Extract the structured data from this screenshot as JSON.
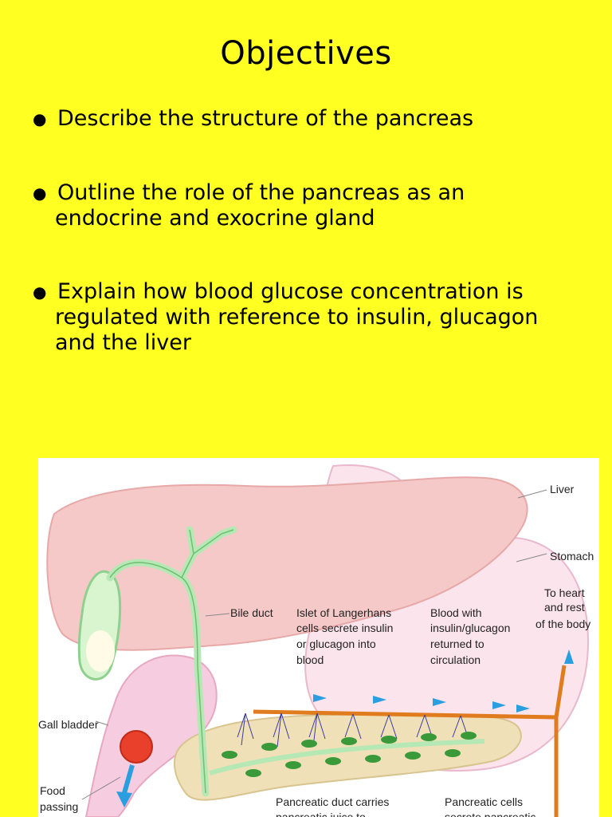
{
  "slide": {
    "title": "Objectives",
    "objectives": [
      {
        "line1": "Describe the structure of the pancreas",
        "line2": "",
        "line3": ""
      },
      {
        "line1": "Outline the role of the pancreas as an",
        "line2": "endocrine and exocrine gland",
        "line3": ""
      },
      {
        "line1": "Explain how blood glucose concentration is",
        "line2": "regulated with reference to insulin, glucagon",
        "line3": "and the liver"
      }
    ]
  },
  "figure": {
    "labels": {
      "liver": "Liver",
      "stomach": "Stomach",
      "to_heart_1": "To heart",
      "to_heart_2": "and rest",
      "to_heart_3": "of the body",
      "bile_duct": "Bile duct",
      "islet_1": "Islet of Langerhans",
      "islet_2": "cells secrete insulin",
      "islet_3": "or glucagon into",
      "islet_4": "blood",
      "blood_1": "Blood with",
      "blood_2": "insulin/glucagon",
      "blood_3": "returned to",
      "blood_4": "circulation",
      "gall_bladder": "Gall bladder",
      "food_1": "Food",
      "food_2": "passing",
      "duct_1": "Pancreatic duct carries",
      "duct_2": "pancreatic juice to",
      "cells_1": "Pancreatic cells",
      "cells_2": "secrete pancreatic"
    },
    "colors": {
      "liver": "#f6c9c9",
      "stomach": "#fbe4ec",
      "pancreas": "#f0e0b8",
      "bile": "#c8f0c8",
      "blood_vessel": "#e07b1e",
      "food_ball": "#e8402a",
      "arrow": "#2a9fe0"
    }
  }
}
